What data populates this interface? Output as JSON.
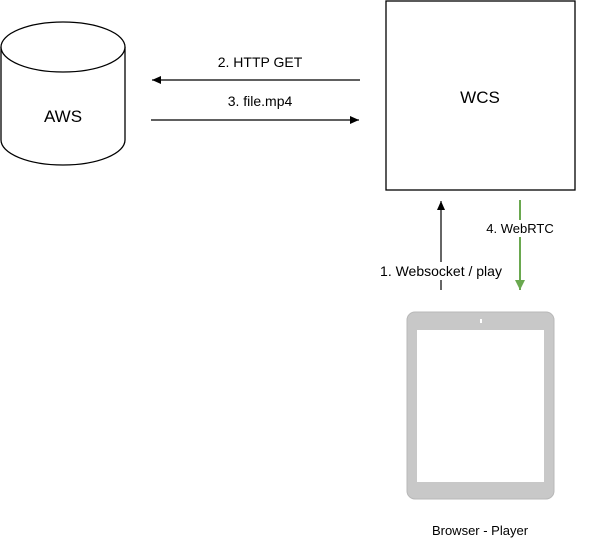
{
  "nodes": {
    "aws": {
      "label": "AWS"
    },
    "wcs": {
      "label": "WCS"
    },
    "browser": {
      "label": "Browser - Player"
    }
  },
  "edges": {
    "http_get": {
      "label": "2. HTTP GET"
    },
    "file_mp4": {
      "label": "3. file.mp4"
    },
    "websocket": {
      "label": "1. Websocket / play"
    },
    "webrtc": {
      "label": "4. WebRTC",
      "color": "#6aa84f"
    }
  },
  "colors": {
    "stroke": "#000000",
    "tablet_body": "#c8c8c8",
    "tablet_screen": "#ffffff",
    "webrtc_arrow": "#6aa84f"
  },
  "icons": {
    "aws": "database-cylinder-icon",
    "browser": "tablet-device-icon"
  }
}
